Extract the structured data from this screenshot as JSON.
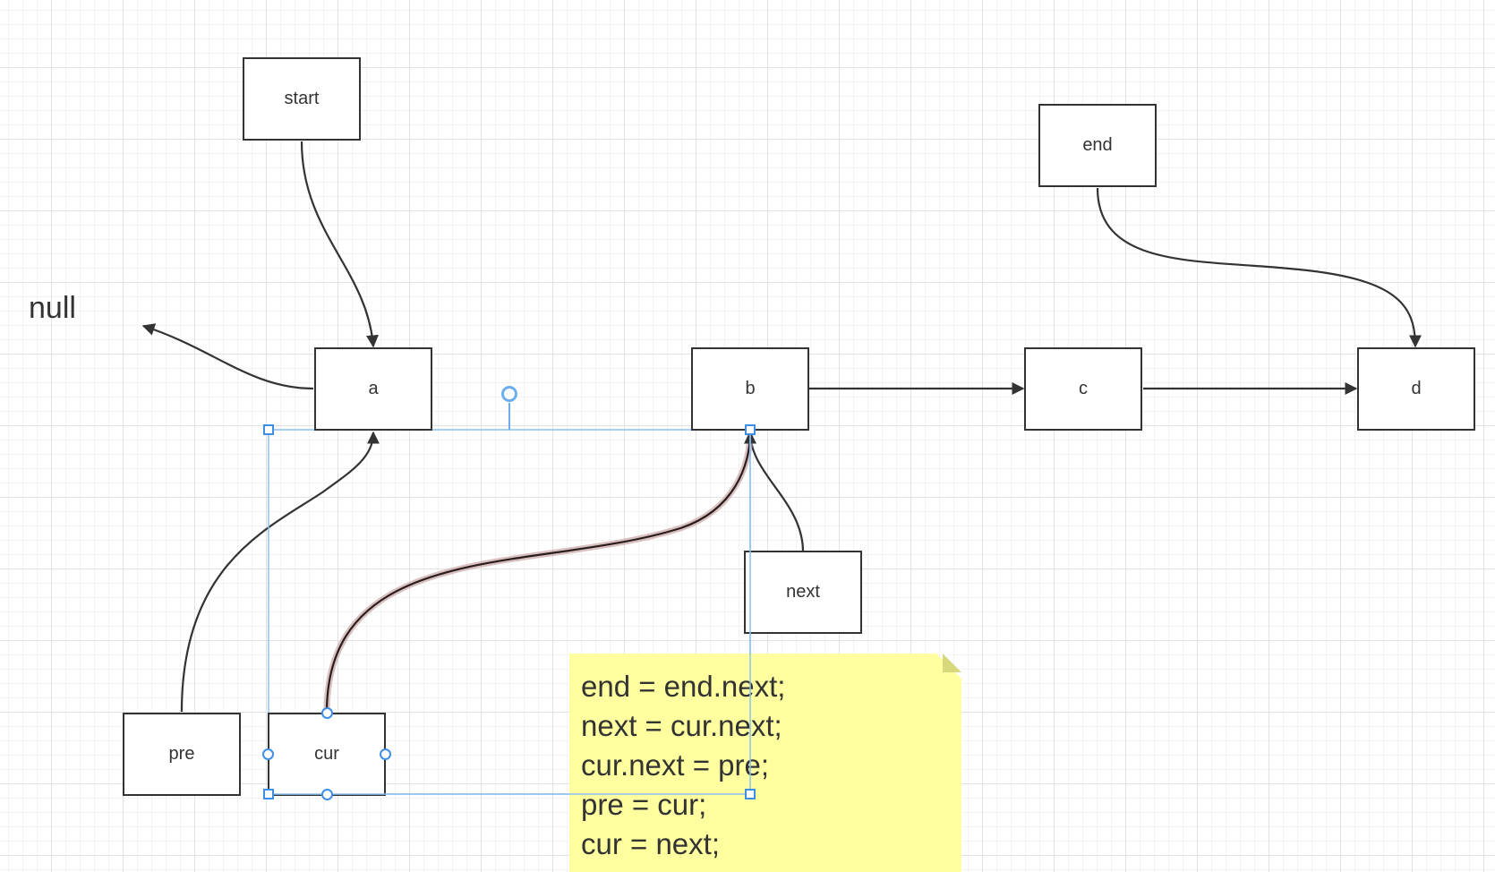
{
  "nodes": {
    "start": "start",
    "end": "end",
    "a": "a",
    "b": "b",
    "c": "c",
    "d": "d",
    "next": "next",
    "pre": "pre",
    "cur": "cur"
  },
  "null_label": "null",
  "note": {
    "lines": [
      "end = end.next;",
      "next = cur.next;",
      "cur.next = pre;",
      "pre = cur;",
      "cur = next;"
    ]
  },
  "colors": {
    "edge": "#333333",
    "highlight_glow": "#c9a7a7",
    "selection": "#3c8ee6",
    "note_background": "#ffff9f",
    "grid_line": "#e2e2e2"
  }
}
